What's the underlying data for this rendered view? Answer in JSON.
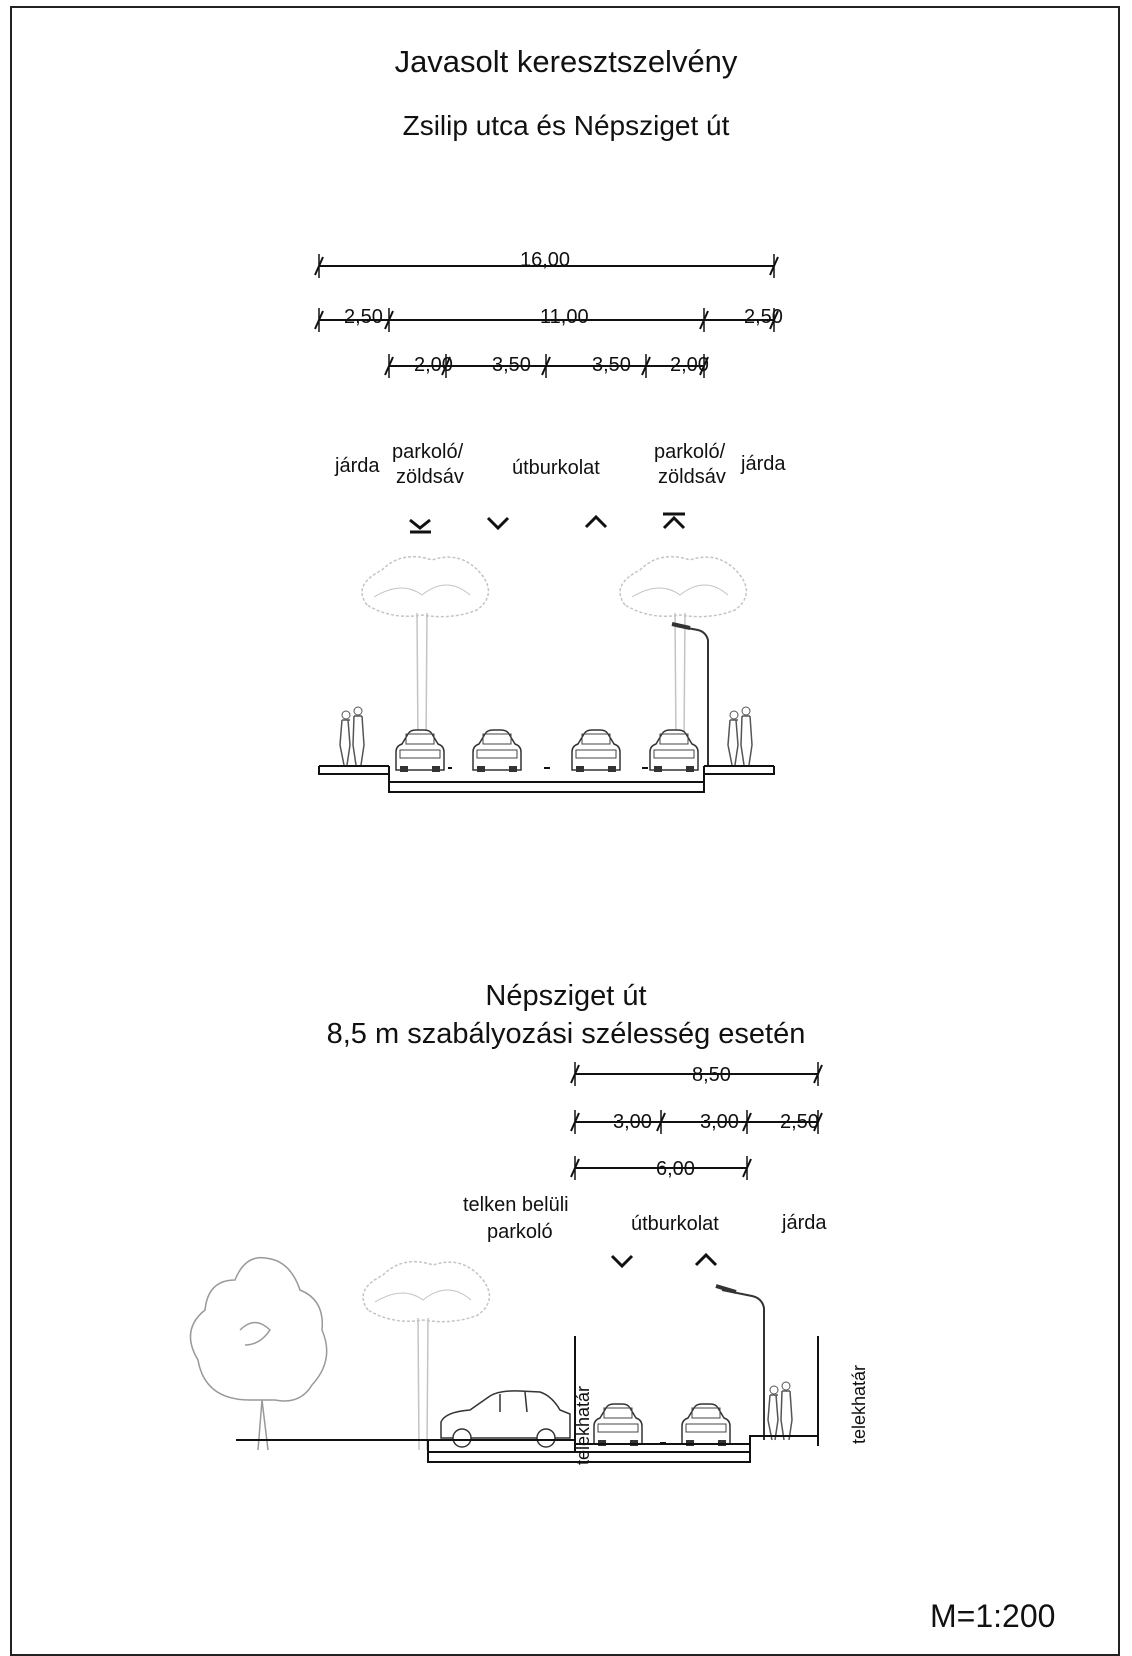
{
  "titles": {
    "main": "Javasolt keresztszelvény",
    "section1": "Zsilip utca és Népsziget út",
    "section2_line1": "Népsziget út",
    "section2_line2": "8,5 m szabályozási szélesség esetén"
  },
  "scale": "M=1:200",
  "section1": {
    "dimensions": {
      "total": "16,00",
      "row2": [
        "2,50",
        "11,00",
        "2,50"
      ],
      "row3": [
        "2,00",
        "3,50",
        "3,50",
        "2,00"
      ]
    },
    "labels": {
      "sidewalk_left": "járda",
      "parking_left_1": "parkoló/",
      "parking_left_2": "zöldsáv",
      "carriageway": "útburkolat",
      "parking_right_1": "parkoló/",
      "parking_right_2": "zöldsáv",
      "sidewalk_right": "járda"
    }
  },
  "section2": {
    "dimensions": {
      "total": "8,50",
      "row2": [
        "3,00",
        "3,00",
        "2,50"
      ],
      "row3": "6,00"
    },
    "labels": {
      "parking_1": "telken belüli",
      "parking_2": "parkoló",
      "carriageway": "útburkolat",
      "sidewalk": "járda",
      "boundary_left": "telekhatár",
      "boundary_right": "telekhatár"
    }
  }
}
